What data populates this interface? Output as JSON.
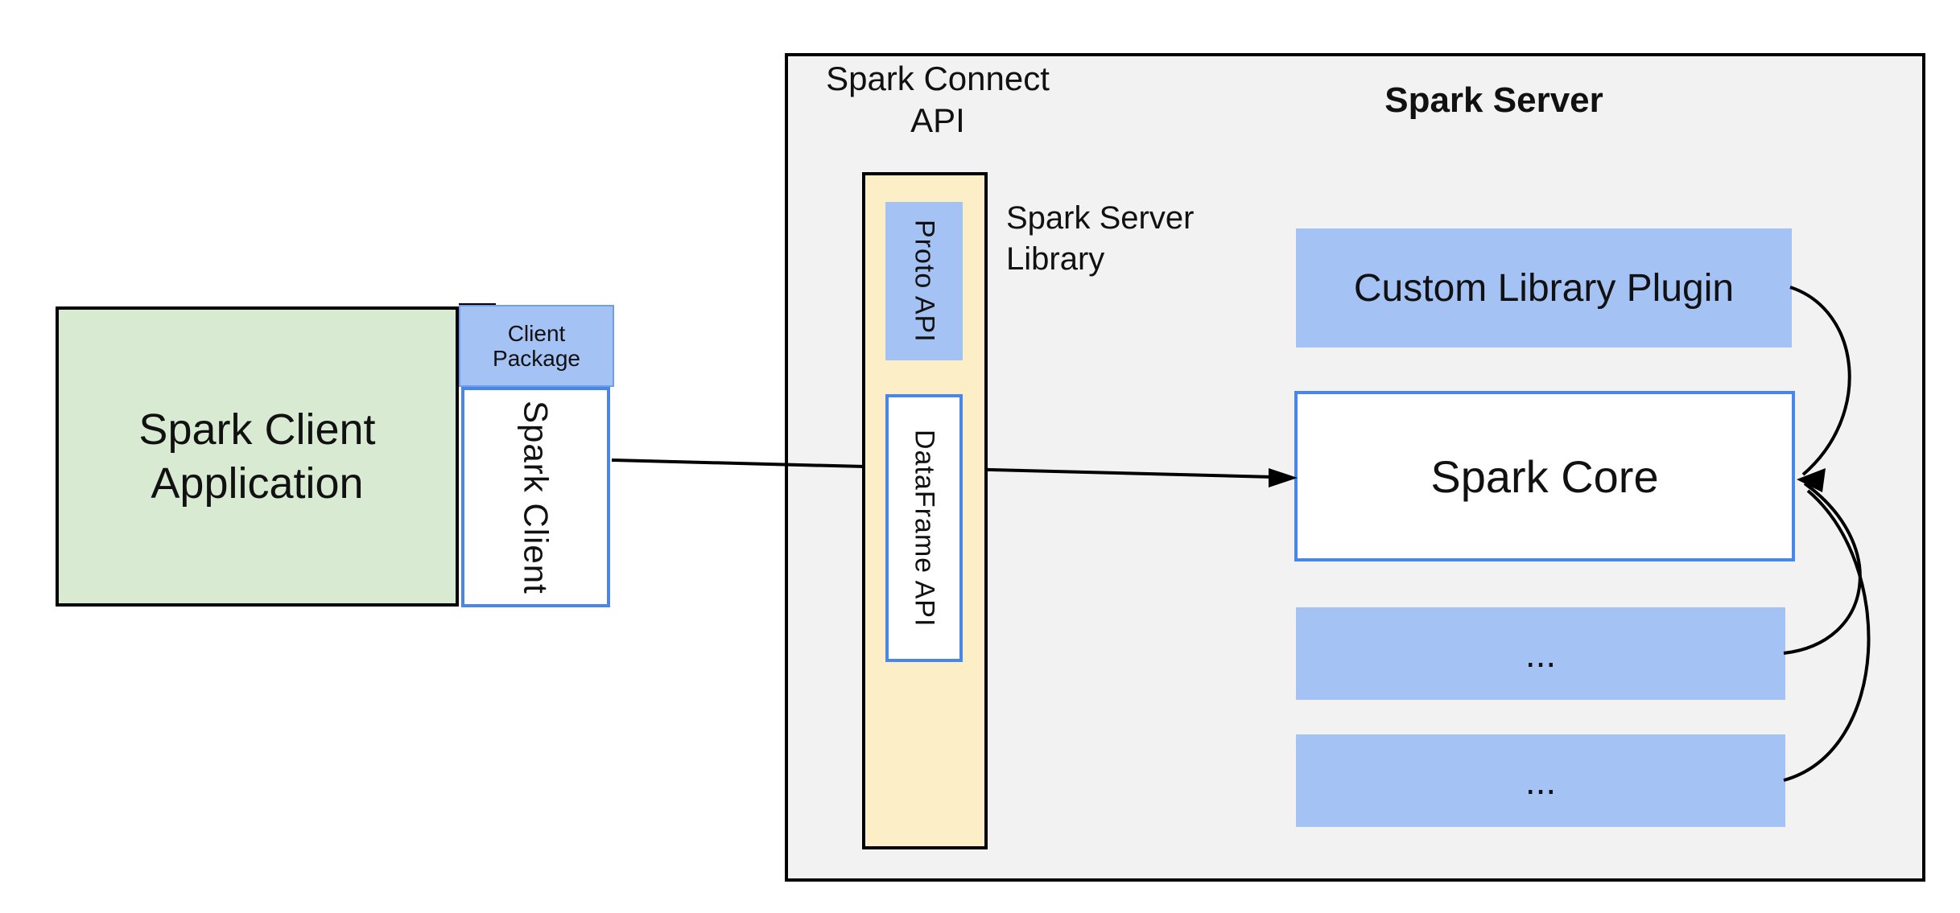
{
  "colors": {
    "background": "#ffffff",
    "server_fill": "#f2f2f2",
    "client_app_fill": "#d9ead3",
    "api_strip_fill": "#fceec6",
    "blue_fill": "#a4c2f4",
    "blue_border": "#4a86e8",
    "line": "#000000"
  },
  "client": {
    "app_line1": "Spark Client",
    "app_line2": "Application",
    "package_line1": "Client",
    "package_line2": "Package",
    "spark_client_label": "Spark Client"
  },
  "server": {
    "connect_api_line1": "Spark Connect",
    "connect_api_line2": "API",
    "title": "Spark Server",
    "proto_api_label": "Proto API",
    "dataframe_api_label": "DataFrame API",
    "library_line1": "Spark Server",
    "library_line2": "Library",
    "plugin_label": "Custom Library Plugin",
    "core_label": "Spark Core",
    "placeholder1_label": "...",
    "placeholder2_label": "..."
  }
}
